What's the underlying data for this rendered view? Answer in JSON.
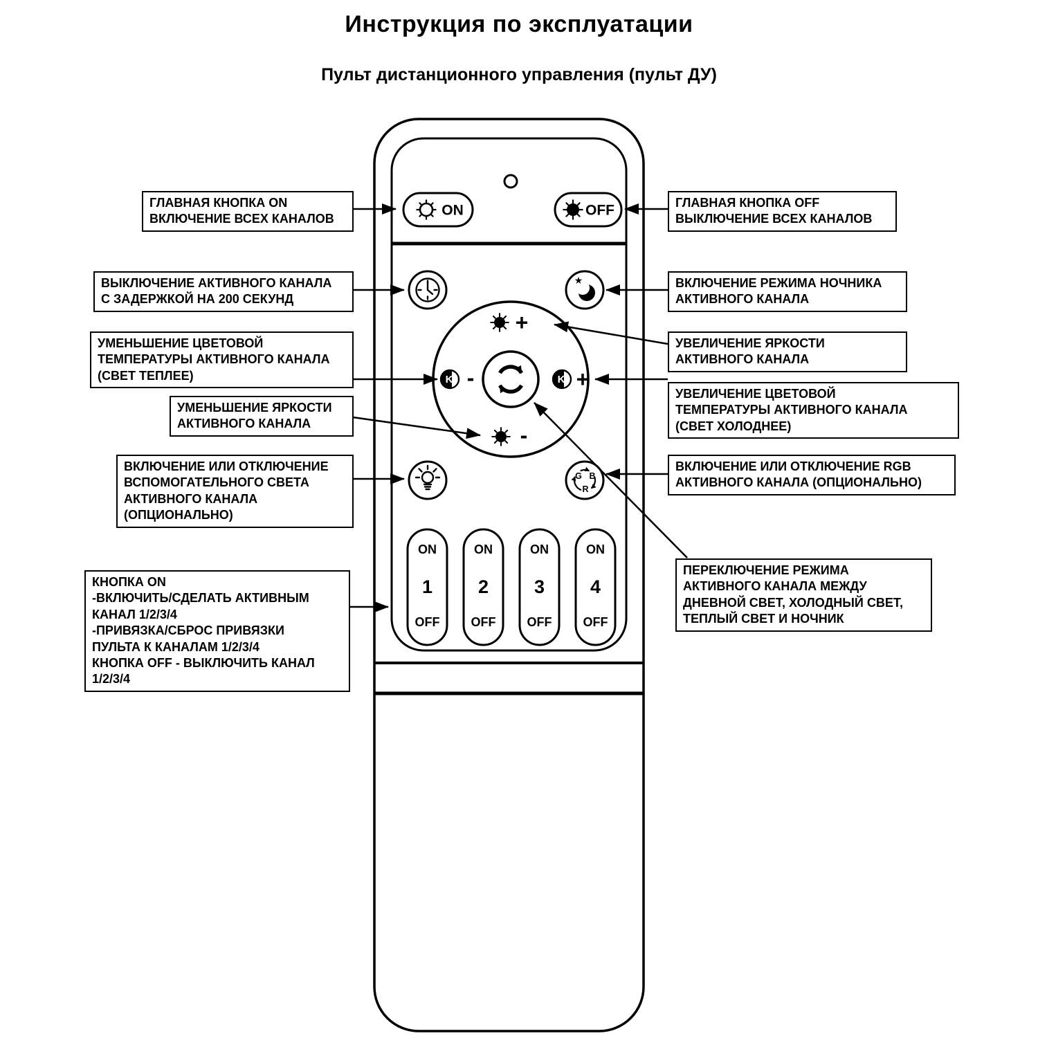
{
  "page": {
    "title": "Инструкция по эксплуатации",
    "subtitle": "Пульт дистанционного управления (пульт ДУ)"
  },
  "colors": {
    "ink": "#000000",
    "paper": "#ffffff"
  },
  "icons": {
    "star_glyph": "★"
  },
  "remote": {
    "main_on": "ON",
    "main_off": "OFF",
    "plus": "+",
    "minus": "-",
    "kelvin": "K",
    "rgb": {
      "g": "G",
      "b": "B",
      "r": "R"
    },
    "channels": [
      {
        "on": "ON",
        "number": "1",
        "off": "OFF"
      },
      {
        "on": "ON",
        "number": "2",
        "off": "OFF"
      },
      {
        "on": "ON",
        "number": "3",
        "off": "OFF"
      },
      {
        "on": "ON",
        "number": "4",
        "off": "OFF"
      }
    ]
  },
  "callouts": {
    "left": [
      {
        "id": "main-on",
        "text": "ГЛАВНАЯ КНОПКА ON\nВКЛЮЧЕНИЕ ВСЕХ КАНАЛОВ"
      },
      {
        "id": "delay-off",
        "text": "ВЫКЛЮЧЕНИЕ АКТИВНОГО КАНАЛА\nС ЗАДЕРЖКОЙ НА 200 СЕКУНД"
      },
      {
        "id": "temp-down",
        "text": "УМЕНЬШЕНИЕ ЦВЕТОВОЙ\nТЕМПЕРАТУРЫ АКТИВНОГО КАНАЛА\n(СВЕТ ТЕПЛЕЕ)"
      },
      {
        "id": "brightness-down",
        "text": "УМЕНЬШЕНИЕ ЯРКОСТИ\nАКТИВНОГО КАНАЛА"
      },
      {
        "id": "aux-light",
        "text": "ВКЛЮЧЕНИЕ ИЛИ ОТКЛЮЧЕНИЕ\nВСПОМОГАТЕЛЬНОГО СВЕТА\nАКТИВНОГО КАНАЛА\n(ОПЦИОНАЛЬНО)"
      },
      {
        "id": "channel-buttons",
        "text": "КНОПКА ON\n-ВКЛЮЧИТЬ/СДЕЛАТЬ АКТИВНЫМ\nКАНАЛ 1/2/3/4\n-ПРИВЯЗКА/СБРОС ПРИВЯЗКИ\nПУЛЬТА К КАНАЛАМ 1/2/3/4\nКНОПКА OFF - ВЫКЛЮЧИТЬ КАНАЛ\n1/2/3/4"
      }
    ],
    "right": [
      {
        "id": "main-off",
        "text": "ГЛАВНАЯ КНОПКА OFF\nВЫКЛЮЧЕНИЕ ВСЕХ КАНАЛОВ"
      },
      {
        "id": "night-mode",
        "text": "ВКЛЮЧЕНИЕ РЕЖИМА НОЧНИКА\nАКТИВНОГО КАНАЛА"
      },
      {
        "id": "brightness-up",
        "text": "УВЕЛИЧЕНИЕ ЯРКОСТИ\nАКТИВНОГО КАНАЛА"
      },
      {
        "id": "temp-up",
        "text": "УВЕЛИЧЕНИЕ ЦВЕТОВОЙ\nТЕМПЕРАТУРЫ АКТИВНОГО КАНАЛА\n(СВЕТ ХОЛОДНЕЕ)"
      },
      {
        "id": "rgb-toggle",
        "text": "ВКЛЮЧЕНИЕ ИЛИ ОТКЛЮЧЕНИЕ RGB\nАКТИВНОГО КАНАЛА (ОПЦИОНАЛЬНО)"
      },
      {
        "id": "mode-cycle",
        "text": "ПЕРЕКЛЮЧЕНИЕ РЕЖИМА\nАКТИВНОГО КАНАЛА МЕЖДУ\nДНЕВНОЙ СВЕТ, ХОЛОДНЫЙ СВЕТ,\nТЕПЛЫЙ СВЕТ И НОЧНИК"
      }
    ]
  }
}
